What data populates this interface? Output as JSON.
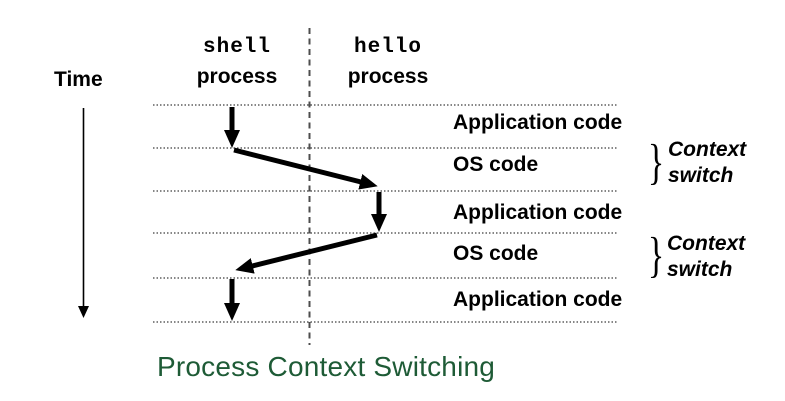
{
  "header": {
    "time_label": "Time",
    "columns": [
      {
        "title": "shell",
        "subtitle": "process"
      },
      {
        "title": "hello",
        "subtitle": "process"
      }
    ]
  },
  "bands": [
    {
      "label": "Application code"
    },
    {
      "label": "OS code"
    },
    {
      "label": "Application code"
    },
    {
      "label": "OS code"
    },
    {
      "label": "Application code"
    }
  ],
  "annotations": [
    {
      "brace": "}",
      "line1": "Context",
      "line2": "switch"
    },
    {
      "brace": "}",
      "line1": "Context",
      "line2": "switch"
    }
  ],
  "caption": "Process Context Switching",
  "colors": {
    "caption_green": "#1E5B36",
    "ink": "#000000",
    "guide_line": "#3f3f3f"
  }
}
